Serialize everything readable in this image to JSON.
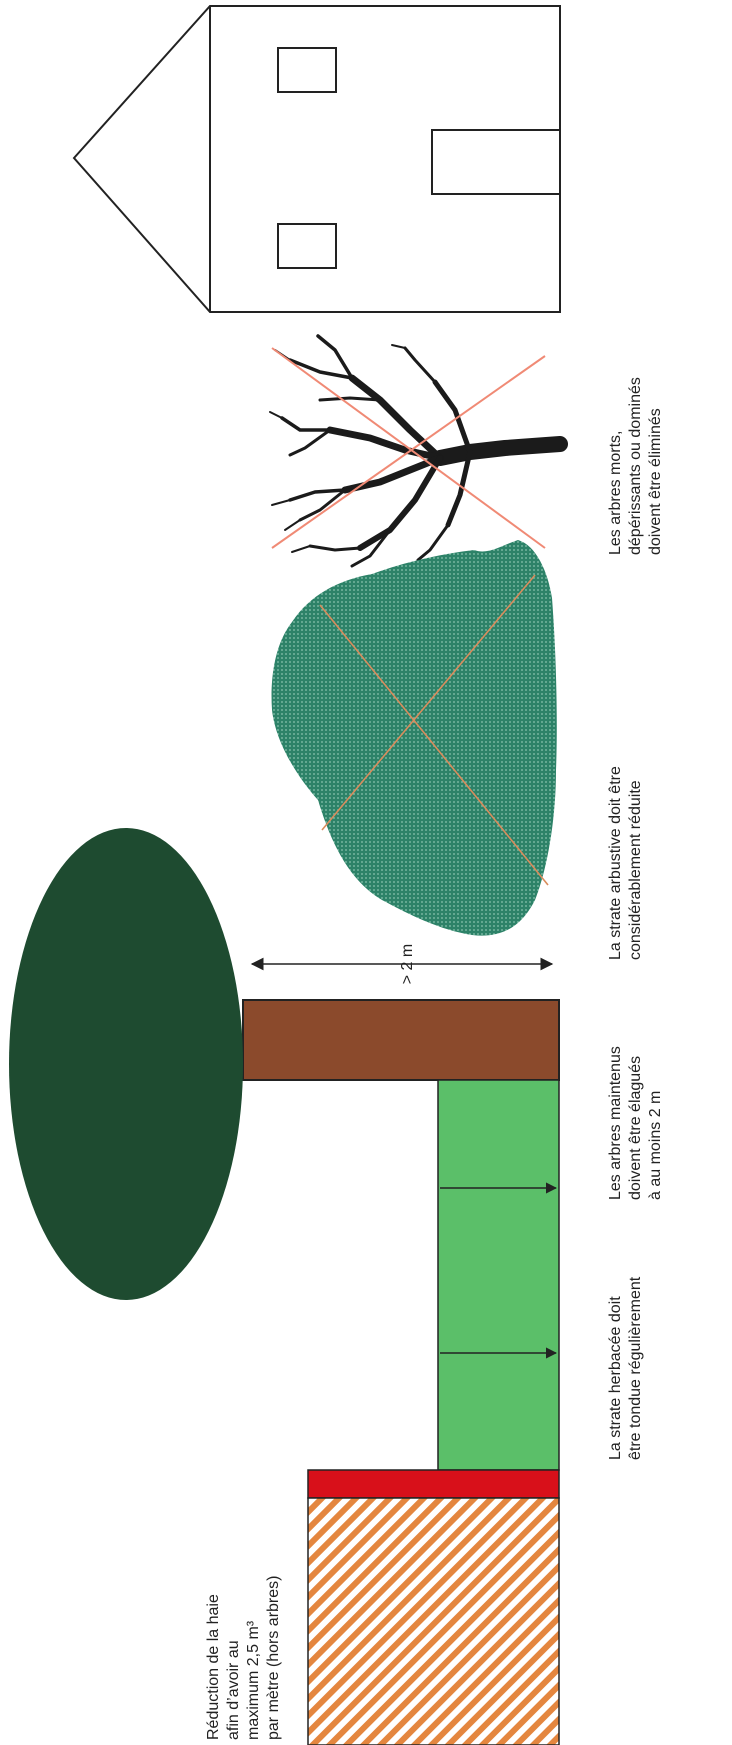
{
  "labels": {
    "reduction_line1": "Réduction de la haie",
    "reduction_line2": "afin d’avoir au",
    "reduction_line3": "maximum 2,5 m³",
    "reduction_line4": "par mètre (hors arbres)",
    "herbacee_line1": "La strate herbacée doit",
    "herbacee_line2": "être tondue régulièrement",
    "arbres_line1": "Les arbres maintenus",
    "arbres_line2": "doivent être élagués",
    "arbres_line3": "à au moins 2 m",
    "height_marker": "> 2 m",
    "arbustive_line1": "La strate arbustive doit être",
    "arbustive_line2": "considérablement réduite",
    "morts_line1": "Les arbres morts,",
    "morts_line2": "dépérissants ou dominés",
    "morts_line3": "doivent être éliminés"
  },
  "colors": {
    "hatch_orange": "#e4863f",
    "hedge_red": "#d8101a",
    "herbaceous_green": "#5bbf69",
    "trunk_brown": "#8b4a2c",
    "canopy_dark_green": "#1e4b30",
    "shrub_teal": "#2d8268",
    "cross_salmon": "#f08a75",
    "dead_tree": "#1b1b1b",
    "outline": "#222222"
  }
}
